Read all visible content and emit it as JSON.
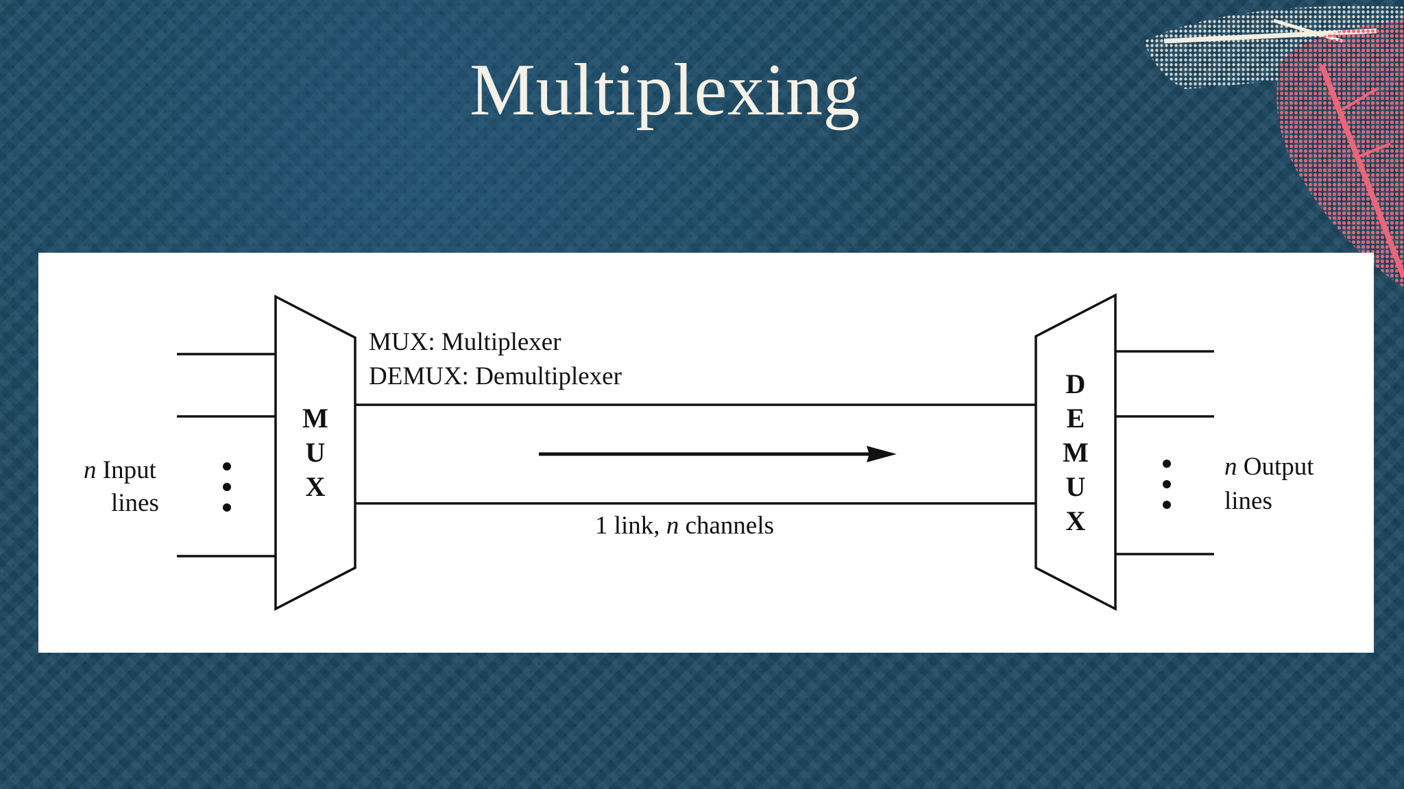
{
  "slide": {
    "title": "Multiplexing"
  },
  "diagram": {
    "legend_line_1": "MUX: Multiplexer",
    "legend_line_2": "DEMUX: Demultiplexer",
    "input_label_var": "n",
    "input_label_word": "Input",
    "input_label_line2": "lines",
    "output_label_var": "n",
    "output_label_word": "Output",
    "output_label_line2": "lines",
    "link_label_prefix": "1 link,",
    "link_label_var": "n",
    "link_label_suffix": "channels",
    "mux_letters": [
      "M",
      "U",
      "X"
    ],
    "demux_letters": [
      "D",
      "E",
      "M",
      "U",
      "X"
    ]
  },
  "colors": {
    "background": "#1f4a63",
    "title_text": "#f5f1e6",
    "panel": "#ffffff",
    "ink": "#111111",
    "accent_pink": "#e8677a"
  }
}
